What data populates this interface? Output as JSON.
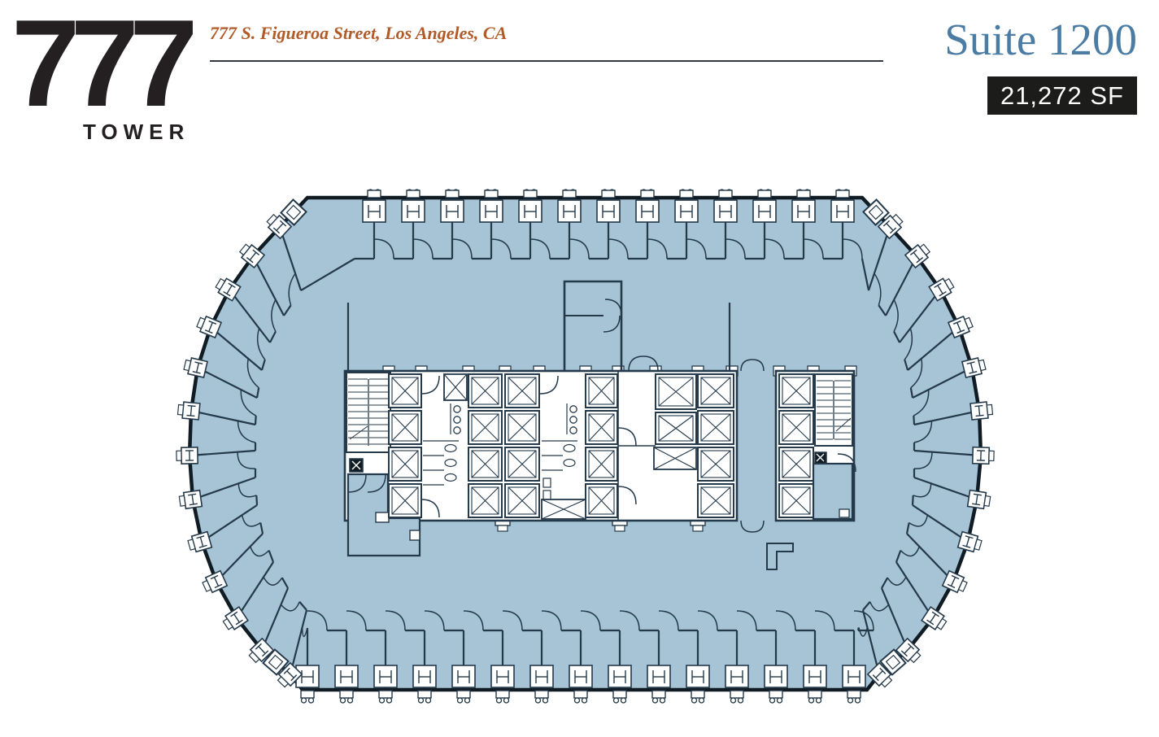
{
  "header": {
    "logo_number": "777",
    "logo_word": "TOWER",
    "address": "777 S. Figueroa Street, Los Angeles, CA",
    "suite_title": "Suite 1200",
    "area_badge": "21,272 SF"
  },
  "colors": {
    "page_bg": "#ffffff",
    "floor_fill": "#a6c4d5",
    "exterior_wall": "#101b23",
    "interior_line": "#24394a",
    "core_fill": "#ffffff",
    "logo_color": "#242021",
    "address_color": "#b25a28",
    "rule_color": "#33383d",
    "suite_color": "#4b7da4",
    "badge_bg": "#1c1c1a",
    "badge_text": "#ffffff"
  }
}
